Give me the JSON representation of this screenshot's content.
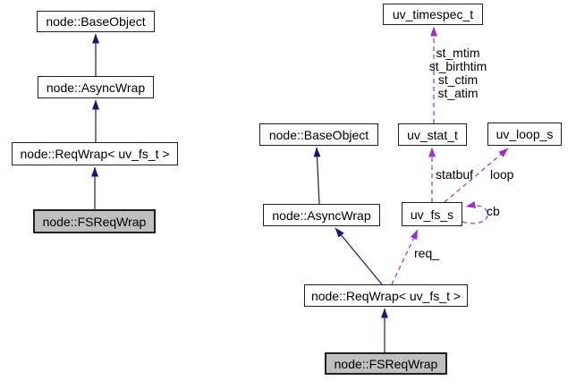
{
  "colors": {
    "inheritance_edge": "#191970",
    "usage_edge": "#9a32cd",
    "node_border": "#202020",
    "node_fill": "#ffffff",
    "current_node_fill": "#bfbfbf"
  },
  "inheritance_graph": {
    "nodes": {
      "base_object": "node::BaseObject",
      "async_wrap": "node::AsyncWrap",
      "req_wrap": "node::ReqWrap< uv_fs_t >",
      "fs_req_wrap": "node::FSReqWrap"
    }
  },
  "collaboration_graph": {
    "nodes": {
      "uv_timespec_t": "uv_timespec_t",
      "base_object": "node::BaseObject",
      "uv_stat_t": "uv_stat_t",
      "uv_loop_s": "uv_loop_s",
      "async_wrap": "node::AsyncWrap",
      "uv_fs_s": "uv_fs_s",
      "req_wrap": "node::ReqWrap< uv_fs_t >",
      "fs_req_wrap": "node::FSReqWrap"
    },
    "edge_labels": {
      "timespec_fields": [
        "st_mtim",
        "st_birthtim",
        "st_ctim",
        "st_atim"
      ],
      "statbuf": "statbuf",
      "loop": "loop",
      "cb": "cb",
      "req": "req_"
    }
  }
}
